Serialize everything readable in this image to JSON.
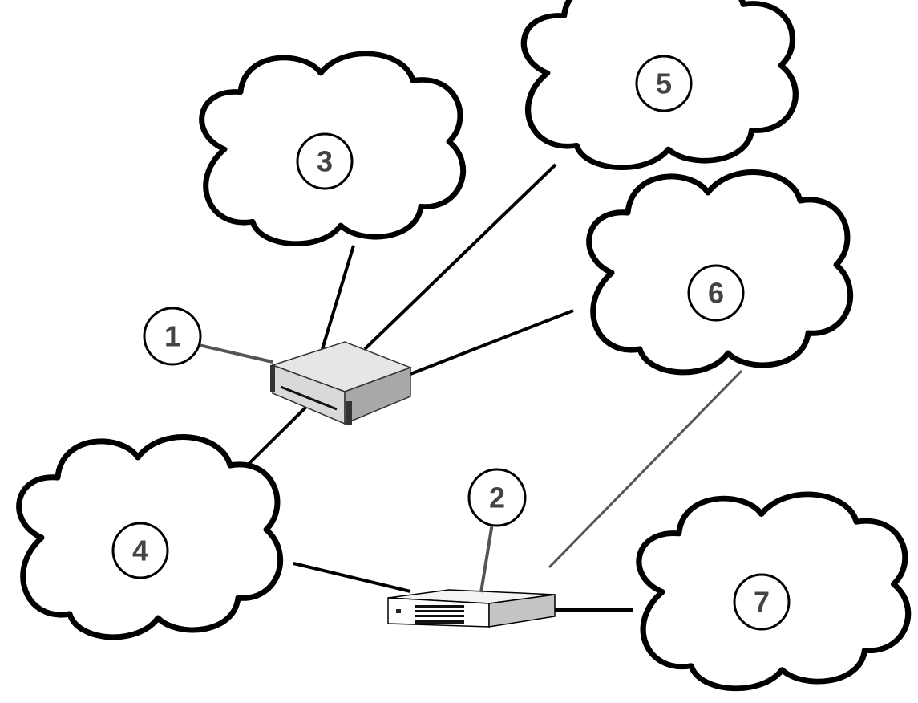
{
  "diagram": {
    "title": "",
    "devices": [
      {
        "id": "device-1",
        "label": "1",
        "kind": "rack-server"
      },
      {
        "id": "device-2",
        "label": "2",
        "kind": "router-appliance"
      }
    ],
    "clouds": [
      {
        "id": "cloud-3",
        "label": "3"
      },
      {
        "id": "cloud-4",
        "label": "4"
      },
      {
        "id": "cloud-5",
        "label": "5"
      },
      {
        "id": "cloud-6",
        "label": "6"
      },
      {
        "id": "cloud-7",
        "label": "7"
      }
    ],
    "connections": [
      {
        "from": "device-1",
        "to": "cloud-3",
        "style": "solid"
      },
      {
        "from": "device-1",
        "to": "cloud-5",
        "style": "solid"
      },
      {
        "from": "device-1",
        "to": "cloud-6",
        "style": "solid"
      },
      {
        "from": "device-1",
        "to": "cloud-4",
        "style": "solid"
      },
      {
        "from": "device-2",
        "to": "cloud-4",
        "style": "solid"
      },
      {
        "from": "device-2",
        "to": "cloud-7",
        "style": "solid"
      },
      {
        "from": "device-2",
        "to": "cloud-6",
        "style": "gray-partial"
      }
    ],
    "colors": {
      "line": "#000000",
      "leader": "#555555",
      "label_text": "#444444",
      "device_body": "#e4e4e4"
    }
  }
}
